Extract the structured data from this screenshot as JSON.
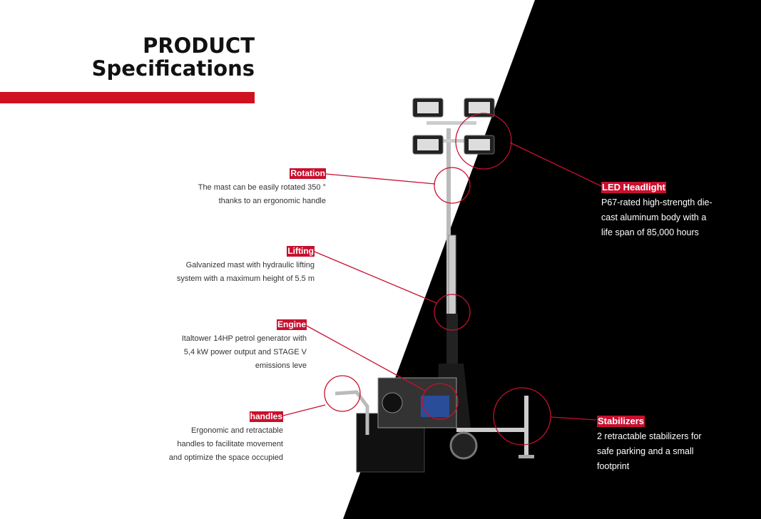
{
  "title": {
    "line1": "PRODUCT",
    "line2": "Specifications"
  },
  "colors": {
    "accent": "#c8102e",
    "dark_bg": "#000000"
  },
  "callouts": {
    "rotation": {
      "label": "Rotation",
      "lines": [
        "The mast can be easily rotated 350 °",
        "thanks to an ergonomic handle"
      ]
    },
    "lifting": {
      "label": "Lifting",
      "lines": [
        "Galvanized mast with hydraulic lifting",
        "system with a maximum height of 5.5 m"
      ]
    },
    "engine": {
      "label": "Engine",
      "lines": [
        "Italtower 14HP petrol generator with",
        "5,4 kW power output and STAGE V",
        "emissions leve"
      ]
    },
    "handles": {
      "label": "handles",
      "lines": [
        "Ergonomic and retractable",
        "handles to facilitate movement",
        "and optimize the space occupied"
      ]
    },
    "led": {
      "label": "LED Headlight",
      "lines": [
        "P67-rated high-strength die-",
        "cast aluminum body with a",
        "life span of 85,000 hours"
      ]
    },
    "stabilizers": {
      "label": "Stabilizers",
      "lines": [
        "2 retractable stabilizers for",
        "safe parking and a small",
        "footprint"
      ]
    }
  }
}
